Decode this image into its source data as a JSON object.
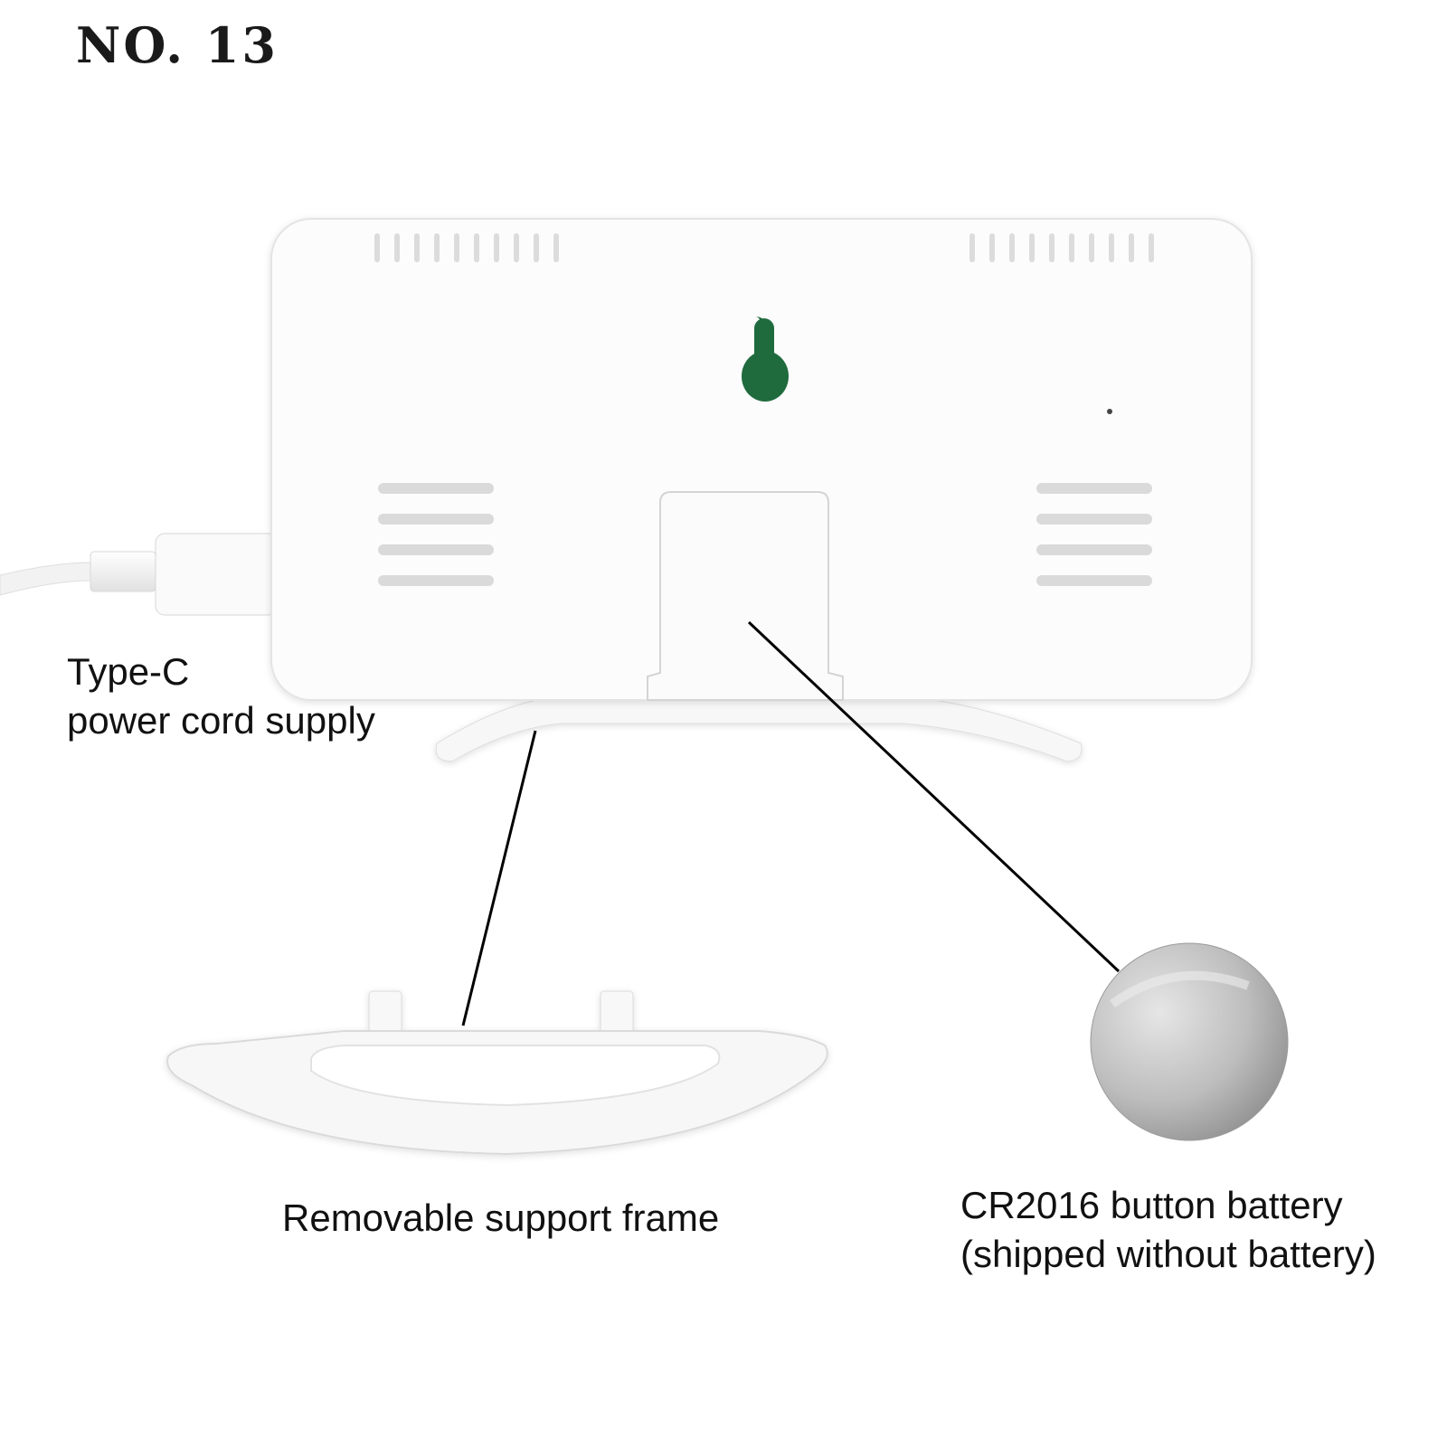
{
  "title": "NO. 13",
  "callouts": {
    "power": {
      "line1": "Type-C",
      "line2": "power cord supply"
    },
    "frame": {
      "text": "Removable support frame"
    },
    "battery": {
      "line1": "CR2016 button battery",
      "line2": "(shipped without battery)"
    }
  },
  "colors": {
    "background": "#ffffff",
    "hook_green": "#1f6b3e",
    "battery_gray": "#b9b9b9",
    "text": "#111111"
  }
}
